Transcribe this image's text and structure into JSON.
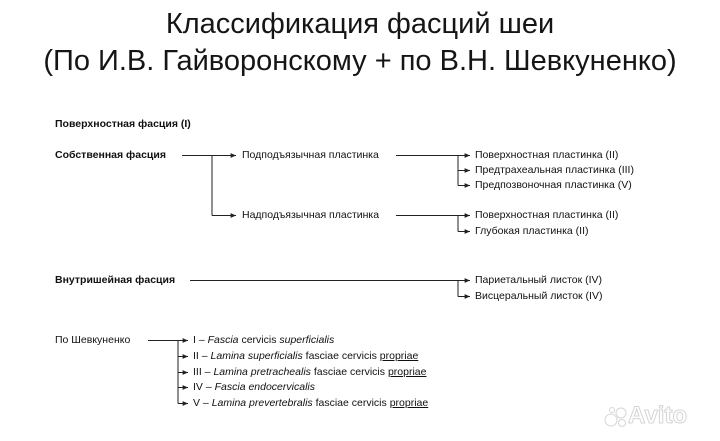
{
  "title_line1": "Классификация фасций шеи",
  "title_line2": "(По И.В. Гайворонскому + по В.Н. Шевкуненко)",
  "superficial": "Поверхностная фасция (I)",
  "proper": {
    "label": "Собственная фасция",
    "sub1": {
      "label": "Подподъязычная пластинка",
      "items": [
        "Поверхностная пластинка (II)",
        "Предтрахеальная пластинка (III)",
        "Предпозвоночная пластинка (V)"
      ]
    },
    "sub2": {
      "label": "Надподъязычная пластинка",
      "items": [
        "Поверхностная пластинка (II)",
        "Глубокая пластинка (II)"
      ]
    }
  },
  "intracervical": {
    "label": "Внутришейная фасция",
    "items": [
      "Париетальный листок (IV)",
      "Висцеральный листок (IV)"
    ]
  },
  "shevkunenko": {
    "label": "По Шевкуненко",
    "items": [
      {
        "num": "I – ",
        "it1": "Fascia",
        "t1": " cervicis ",
        "it2": "superficialis",
        "t2": "",
        "u": ""
      },
      {
        "num": "II – ",
        "it1": "Lamina superficialis",
        "t1": " fasciae cervicis ",
        "it2": "",
        "t2": "",
        "u": "propriae"
      },
      {
        "num": "III – ",
        "it1": "Lamina pretrachealis",
        "t1": " fasciae cervicis ",
        "it2": "",
        "t2": "",
        "u": "propriae"
      },
      {
        "num": "IV – ",
        "it1": "Fascia endocervicalis",
        "t1": "",
        "it2": "",
        "t2": "",
        "u": ""
      },
      {
        "num": "V – ",
        "it1": "Lamina prevertebralis",
        "t1": " fasciae cervicis ",
        "it2": "",
        "t2": "",
        "u": "propriae"
      }
    ]
  },
  "watermark": "Avito"
}
